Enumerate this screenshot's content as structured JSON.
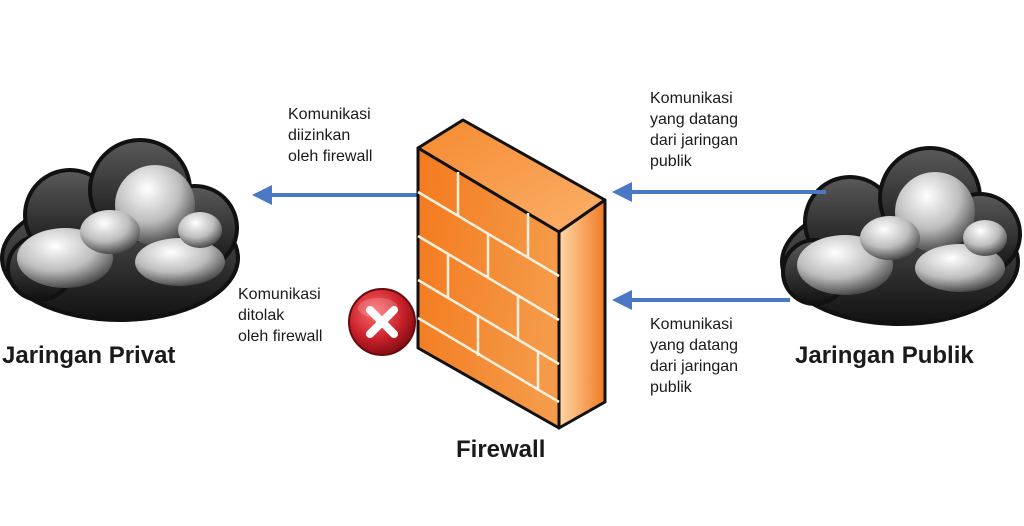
{
  "labels": {
    "private_network": "Jaringan Privat",
    "public_network": "Jaringan Publik",
    "firewall": "Firewall",
    "allowed_lines": [
      "Komunikasi",
      "diizinkan",
      "oleh firewall"
    ],
    "denied_lines": [
      "Komunikasi",
      "ditolak",
      "oleh firewall"
    ],
    "incoming_top_lines": [
      "Komunikasi",
      "yang datang",
      "dari jaringan",
      "publik"
    ],
    "incoming_bottom_lines": [
      "Komunikasi",
      "yang datang",
      "dari jaringan",
      "publik"
    ]
  },
  "icons": {
    "private_cloud": "cloud-icon",
    "public_cloud": "cloud-icon",
    "firewall": "brick-wall-icon",
    "denied": "denied-x-icon"
  },
  "colors": {
    "arrow": "#4a78c2",
    "brick": "#f07820",
    "brick_light": "#ffc48c",
    "mortar": "#fff0e0",
    "outline": "#111111",
    "deny_red": "#c8202a"
  }
}
